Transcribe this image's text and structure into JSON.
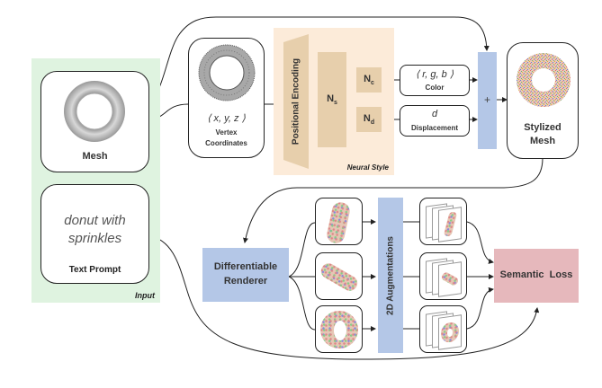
{
  "input": {
    "panel_label": "Input",
    "mesh_label": "Mesh",
    "text_prompt_value": "donut with sprinkles",
    "text_prompt_label": "Text Prompt"
  },
  "vertex": {
    "formula": "⟨ x, y, z ⟩",
    "label_line1": "Vertex",
    "label_line2": "Coordinates"
  },
  "neural_style": {
    "panel_label": "Neural Style",
    "positional_encoding": "Positional Encoding",
    "ns": "N",
    "ns_sub": "s",
    "nc": "N",
    "nc_sub": "c",
    "nd": "N",
    "nd_sub": "d"
  },
  "color_box": {
    "formula": "⟨ r, g, b ⟩",
    "label": "Color"
  },
  "displacement_box": {
    "formula": "d",
    "label": "Displacement"
  },
  "combine": {
    "symbol": "+"
  },
  "stylized": {
    "label_line1": "Stylized",
    "label_line2": "Mesh"
  },
  "renderer": {
    "label_line1": "Differentiable",
    "label_line2": "Renderer"
  },
  "augment": {
    "label": "2D Augmentations"
  },
  "loss": {
    "label": "Semantic  Loss"
  },
  "colors": {
    "input_bg": "#dff3e0",
    "neural_bg": "#fcebd9",
    "tan": "#e7cfac",
    "blue": "#b4c7e7",
    "pink": "#e6b8bc"
  }
}
